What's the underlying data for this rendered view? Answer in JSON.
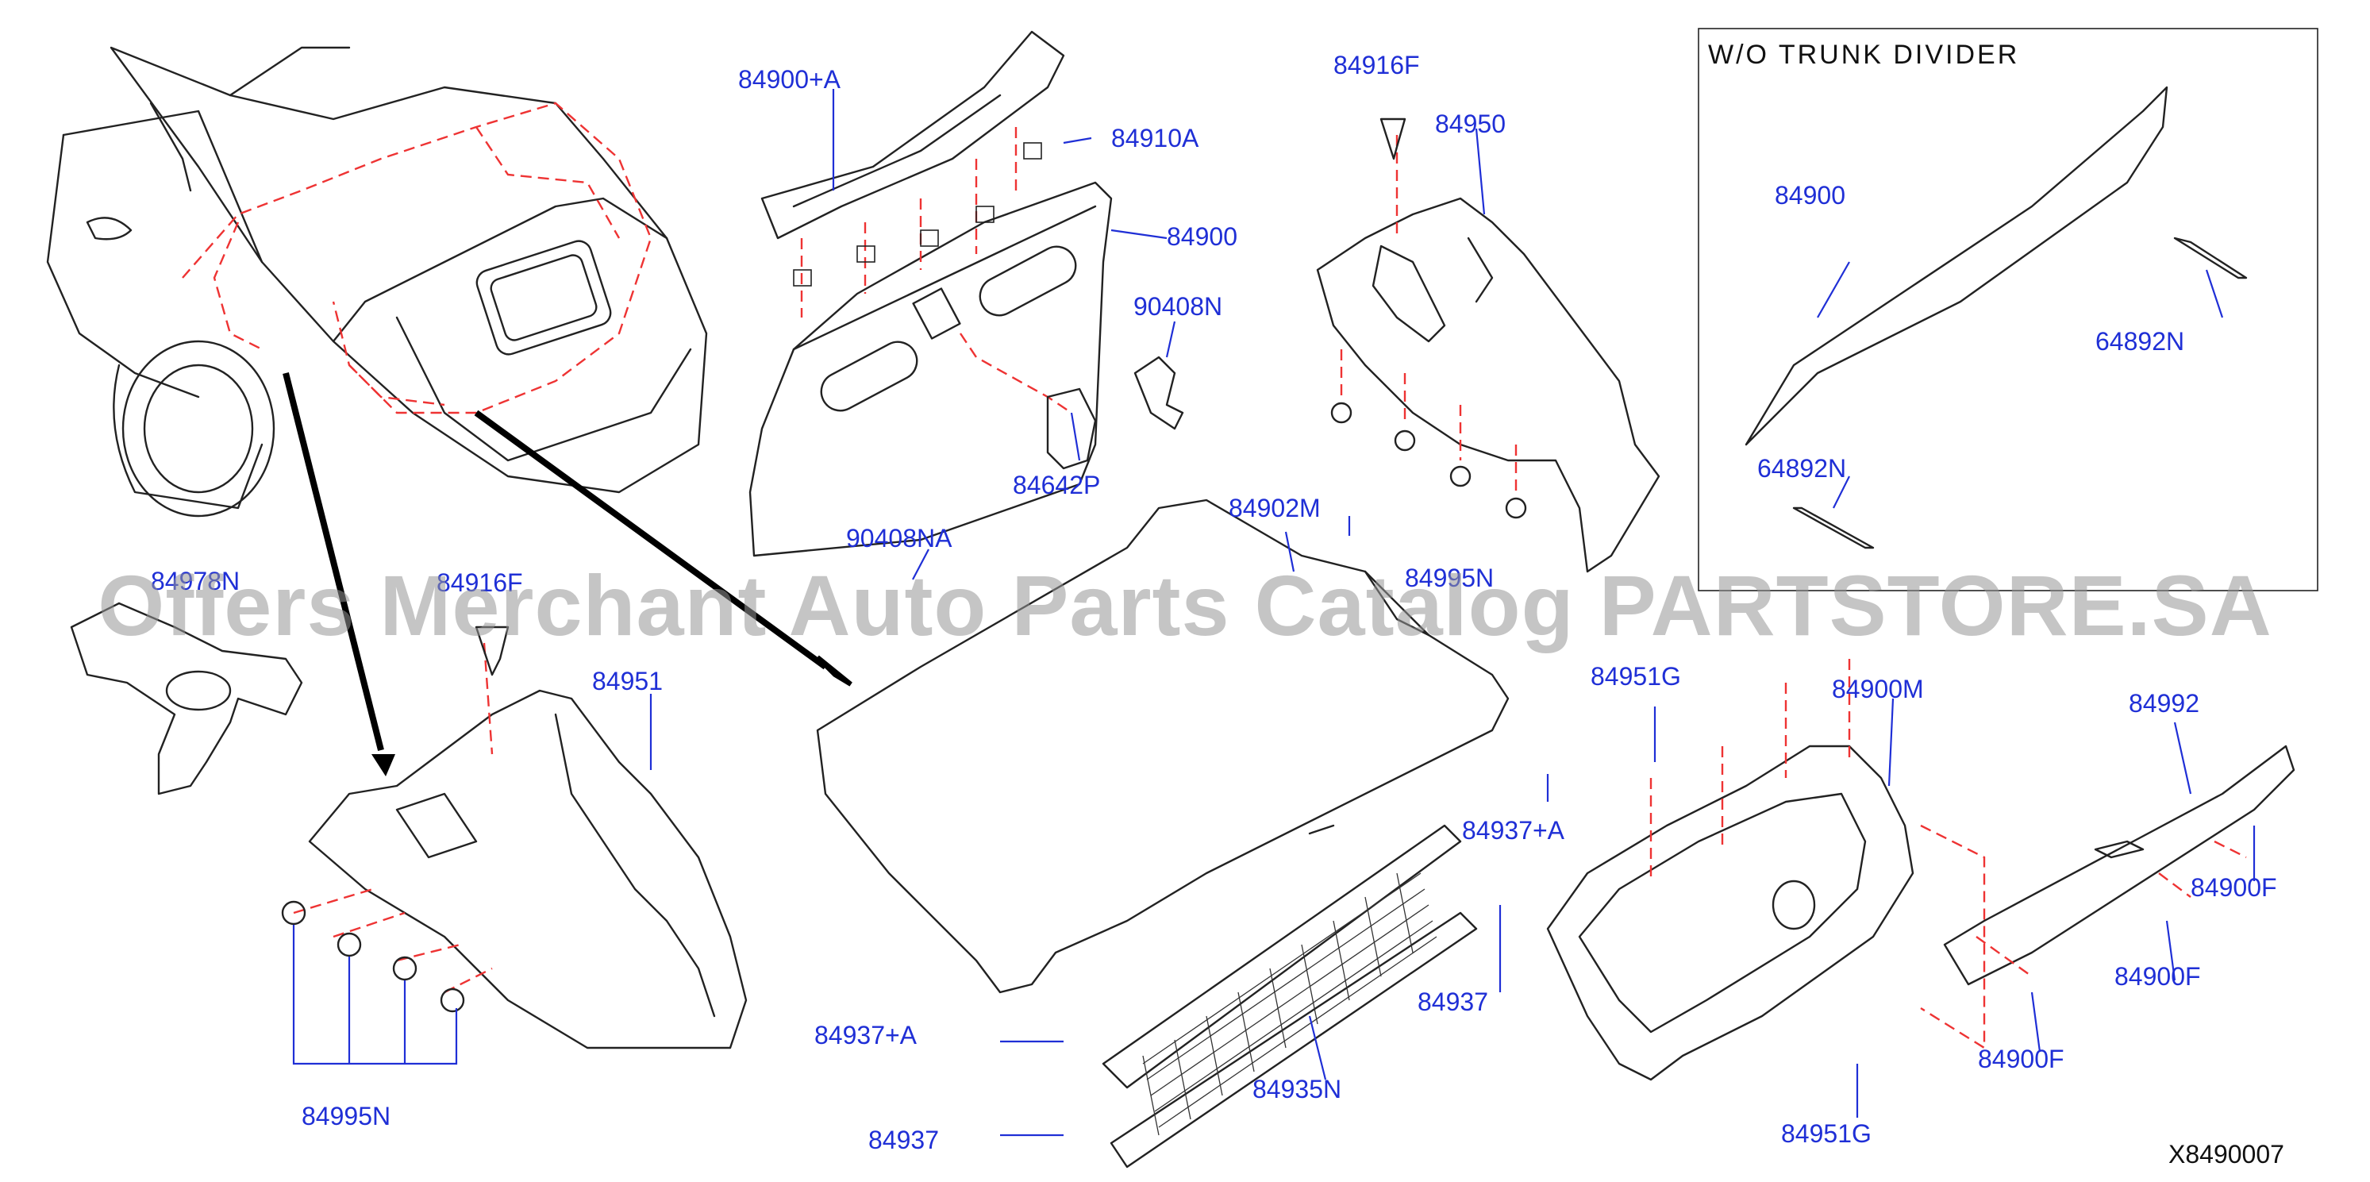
{
  "diagram": {
    "inset_title": "W/O  TRUNK  DIVIDER",
    "code": "X8490007",
    "watermark": "Offers Merchant Auto Parts Catalog PARTSTORE.SA",
    "colors": {
      "label": "#1f2fd6",
      "dash": "#e33333",
      "line": "#222222"
    },
    "parts": [
      {
        "id": "p1",
        "label": "84900+A"
      },
      {
        "id": "p2",
        "label": "84910A"
      },
      {
        "id": "p3",
        "label": "84900"
      },
      {
        "id": "p4",
        "label": "90408N"
      },
      {
        "id": "p5",
        "label": "84642P"
      },
      {
        "id": "p6",
        "label": "84916F"
      },
      {
        "id": "p7",
        "label": "84950"
      },
      {
        "id": "p8",
        "label": "84995N"
      },
      {
        "id": "p9",
        "label": "84900"
      },
      {
        "id": "p10",
        "label": "64892N"
      },
      {
        "id": "p11",
        "label": "64892N"
      },
      {
        "id": "p12",
        "label": "90408NA"
      },
      {
        "id": "p13",
        "label": "84902M"
      },
      {
        "id": "p14",
        "label": "84978N"
      },
      {
        "id": "p15",
        "label": "84916F"
      },
      {
        "id": "p16",
        "label": "84951"
      },
      {
        "id": "p17",
        "label": "84951G"
      },
      {
        "id": "p18",
        "label": "84900M"
      },
      {
        "id": "p19",
        "label": "84992"
      },
      {
        "id": "p20",
        "label": "84937+A"
      },
      {
        "id": "p21",
        "label": "84937"
      },
      {
        "id": "p22",
        "label": "84900F"
      },
      {
        "id": "p23",
        "label": "84900F"
      },
      {
        "id": "p24",
        "label": "84900F"
      },
      {
        "id": "p25",
        "label": "84937+A"
      },
      {
        "id": "p26",
        "label": "84935N"
      },
      {
        "id": "p27",
        "label": "84937"
      },
      {
        "id": "p28",
        "label": "84995N"
      },
      {
        "id": "p29",
        "label": "84951G"
      }
    ]
  }
}
